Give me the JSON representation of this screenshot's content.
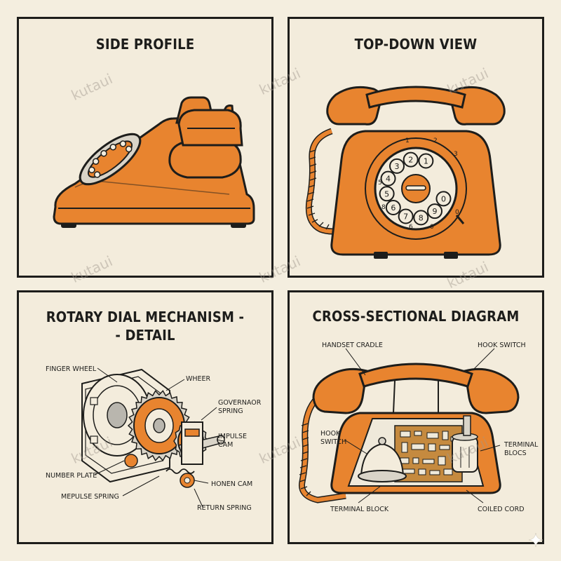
{
  "panels": {
    "side": {
      "title": "SIDE PROFILE"
    },
    "top": {
      "title": "TOP-DOWN VIEW",
      "dial_numbers": [
        "1",
        "2",
        "3",
        "4",
        "5",
        "6",
        "7",
        "8",
        "9",
        "0"
      ]
    },
    "dial": {
      "title_line1": "ROTARY DIAL MECHANISM -",
      "title_line2": "- DETAIL",
      "labels": {
        "finger_wheel": "FINGER WHEEL",
        "wheer": "WHEER",
        "governor_1": "GOVERNAOR",
        "governor_2": "SPRING",
        "impulse_1": "IMPULSE",
        "impulse_2": "CAM",
        "number_plate": "NUMBER PLATE",
        "honen_cam": "HONEN CAM",
        "mepulse_spring": "MEPULSE SPRING",
        "return_spring": "RETURN SPRING"
      }
    },
    "cross": {
      "title": "CROSS-SECTIONAL DIAGRAM",
      "labels": {
        "handset_cradle": "HANDSET CRADLE",
        "hook_switch_top": "HOOK SWITCH",
        "hook_1": "HOOK",
        "hook_2": "SWITCH",
        "terminal_blocs_1": "TERMINAL",
        "terminal_blocs_2": "BLOCS",
        "terminal_block": "TERMINAL BLOCK",
        "coiled_cord": "COILED CORD"
      }
    }
  },
  "watermark": "kutaui",
  "colors": {
    "phone_orange": "#e8842f",
    "outline": "#1d1d1b",
    "paper": "#f3ecdc"
  }
}
